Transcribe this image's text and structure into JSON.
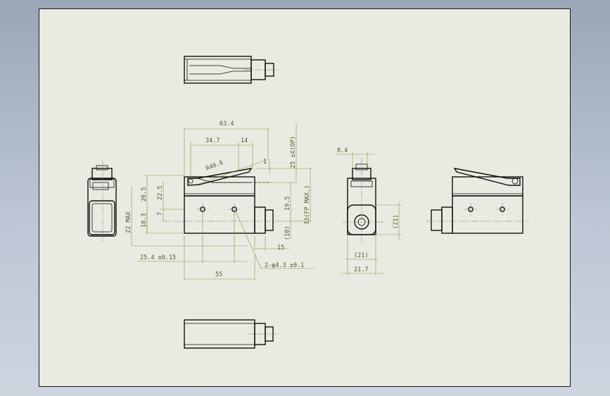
{
  "dimensions": {
    "d_63_4": "63.4",
    "d_34_7": "34.7",
    "d_14": "14",
    "d_r48_6": "R48.6",
    "d_25_op": "25 ±X(OP)",
    "d_1": "1",
    "d_33_fp": "33(FP MAX.)",
    "d_19_5": "19.5",
    "d_10": "(10)",
    "d_15": "15",
    "d_26_5": "26.5",
    "d_22_5": "22.5",
    "d_7": "7",
    "d_18_3": "18.3",
    "d_22_max": "22 MAX",
    "d_25_4": "25.4 ±0.15",
    "d_55": "55",
    "d_holes": "2-φ4.3 ±0.1",
    "d_8_4": "8.4",
    "d_21_v": "(21)",
    "d_21_h": "(21)",
    "d_21_7": "21.7"
  },
  "colors": {
    "sheet": "#e9ebe2",
    "outline": "#111111",
    "dimension": "#8b8f3a",
    "dimension_text": "#555a2a",
    "background": "#a9b4c4"
  }
}
